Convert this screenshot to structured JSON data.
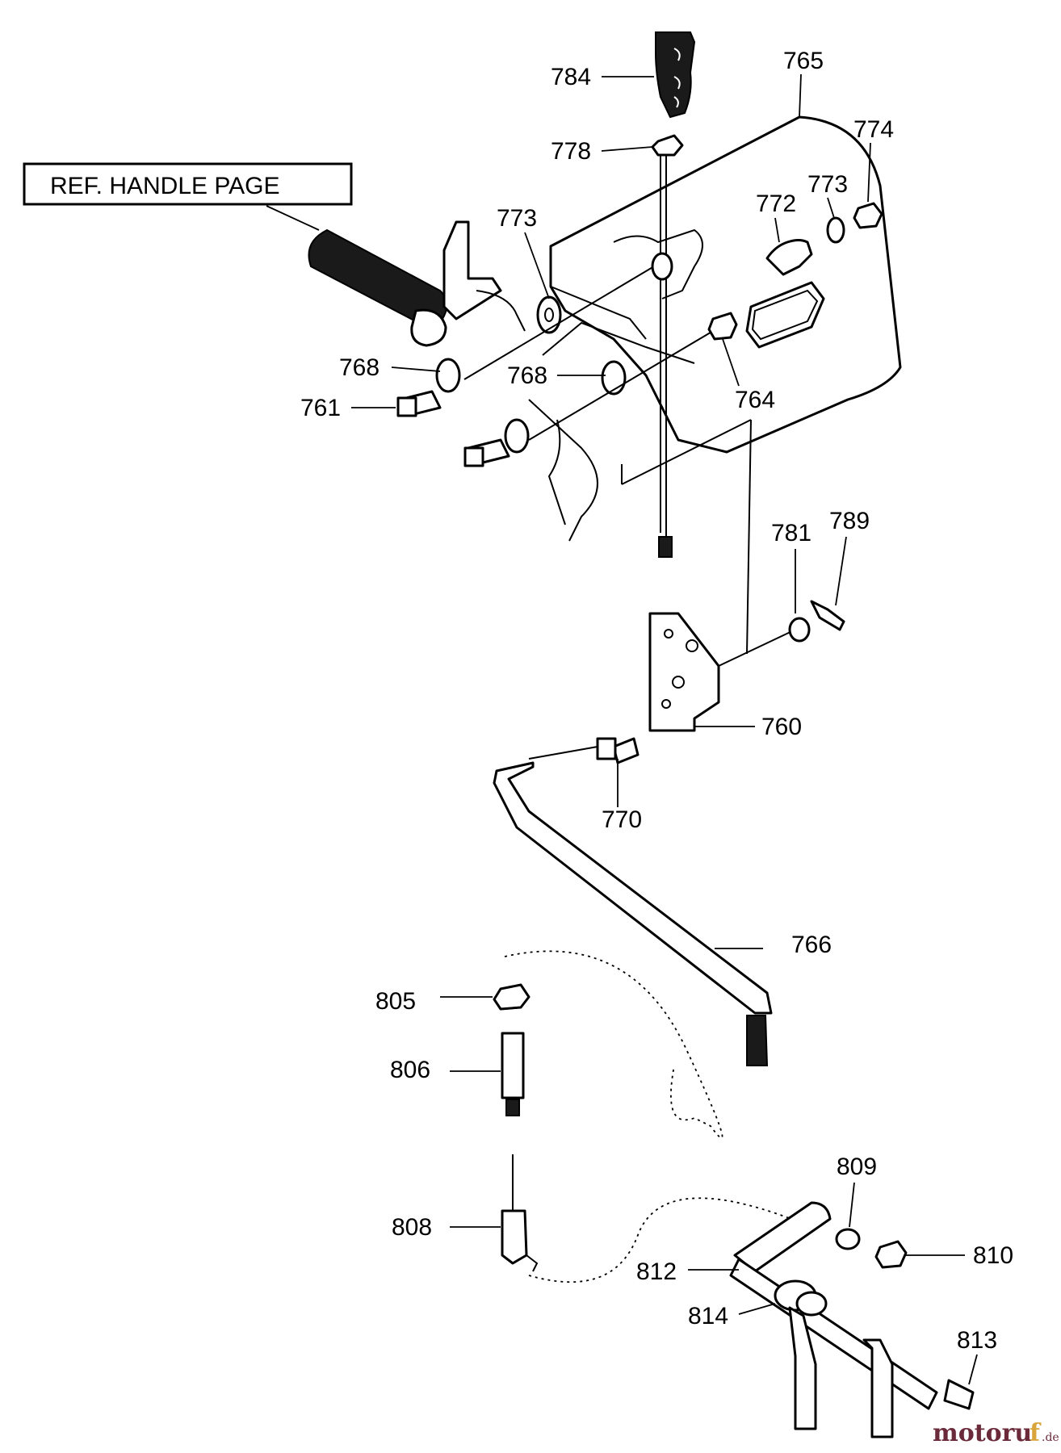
{
  "reference_box": "REF. HANDLE PAGE",
  "callouts": [
    "784",
    "765",
    "778",
    "774",
    "773",
    "772",
    "773",
    "768",
    "768",
    "761",
    "764",
    "781",
    "789",
    "760",
    "770",
    "766",
    "805",
    "806",
    "808",
    "809",
    "810",
    "812",
    "814",
    "813"
  ],
  "watermark": {
    "part1": "motoru",
    "part2": "f",
    "suffix": ".de"
  }
}
